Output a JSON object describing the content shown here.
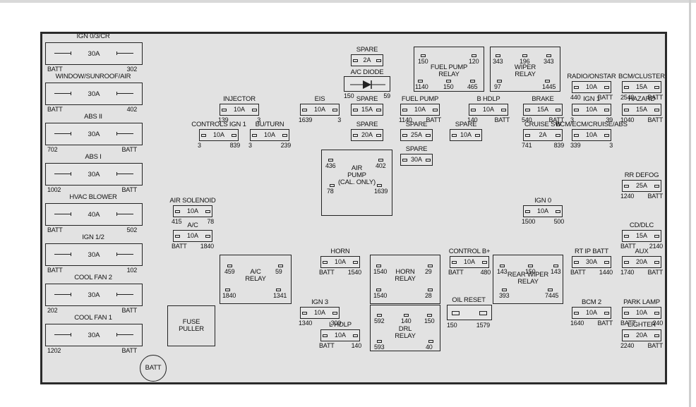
{
  "big_fuses": [
    {
      "label": "IGN 0/3/CR",
      "amp": "30A",
      "left_pin": "BATT",
      "right_pin": "302"
    },
    {
      "label": "WINDOW/SUNROOF/AIR",
      "amp": "30A",
      "left_pin": "BATT",
      "right_pin": "402"
    },
    {
      "label": "ABS II",
      "amp": "30A",
      "left_pin": "702",
      "right_pin": "BATT"
    },
    {
      "label": "ABS I",
      "amp": "30A",
      "left_pin": "1002",
      "right_pin": "BATT"
    },
    {
      "label": "HVAC BLOWER",
      "amp": "40A",
      "left_pin": "BATT",
      "right_pin": "502"
    },
    {
      "label": "IGN 1/2",
      "amp": "30A",
      "left_pin": "BATT",
      "right_pin": "102"
    },
    {
      "label": "COOL FAN 2",
      "amp": "30A",
      "left_pin": "202",
      "right_pin": "BATT"
    },
    {
      "label": "COOL FAN 1",
      "amp": "30A",
      "left_pin": "1202",
      "right_pin": "BATT"
    }
  ],
  "mini_fuses": [
    {
      "label": "INJECTOR",
      "amp": "10A",
      "left_pin": "139",
      "right_pin": "3"
    },
    {
      "label": "CONTROLS IGN 1",
      "amp": "10A",
      "left_pin": "3",
      "right_pin": "839"
    },
    {
      "label": "BU/TURN",
      "amp": "10A",
      "left_pin": "3",
      "right_pin": "239"
    },
    {
      "label": "EIS",
      "amp": "10A",
      "left_pin": "1639",
      "right_pin": "3"
    },
    {
      "label": "SPARE",
      "amp": "2A",
      "left_pin": "",
      "right_pin": ""
    },
    {
      "label": "SPARE",
      "amp": "15A",
      "left_pin": "",
      "right_pin": ""
    },
    {
      "label": "SPARE",
      "amp": "20A",
      "left_pin": "",
      "right_pin": ""
    },
    {
      "label": "FUEL PUMP",
      "amp": "10A",
      "left_pin": "1140",
      "right_pin": "BATT"
    },
    {
      "label": "SPARE",
      "amp": "25A",
      "left_pin": "",
      "right_pin": ""
    },
    {
      "label": "SPARE",
      "amp": "30A",
      "left_pin": "",
      "right_pin": ""
    },
    {
      "label": "B HDLP",
      "amp": "10A",
      "left_pin": "140",
      "right_pin": "BATT"
    },
    {
      "label": "SPARE",
      "amp": "10A",
      "left_pin": "",
      "right_pin": ""
    },
    {
      "label": "BRAKE",
      "amp": "15A",
      "left_pin": "540",
      "right_pin": "BATT"
    },
    {
      "label": "CRUISE SW",
      "amp": "2A",
      "left_pin": "741",
      "right_pin": "839"
    },
    {
      "label": "RADIO/ONSTAR",
      "amp": "10A",
      "left_pin": "440",
      "right_pin": "BATT"
    },
    {
      "label": "IGN 1",
      "amp": "10A",
      "left_pin": "3",
      "right_pin": "39"
    },
    {
      "label": "BCM/ECM/CRUISE/ABS",
      "amp": "10A",
      "left_pin": "339",
      "right_pin": "3"
    },
    {
      "label": "BCM/CLUSTER",
      "amp": "15A",
      "left_pin": "2540",
      "right_pin": "BATT"
    },
    {
      "label": "HAZARD",
      "amp": "15A",
      "left_pin": "1040",
      "right_pin": "BATT"
    },
    {
      "label": "RR DEFOG",
      "amp": "25A",
      "left_pin": "1240",
      "right_pin": "BATT"
    },
    {
      "label": "AIR SOLENOID",
      "amp": "10A",
      "left_pin": "415",
      "right_pin": "78"
    },
    {
      "label": "A/C",
      "amp": "10A",
      "left_pin": "BATT",
      "right_pin": "1840"
    },
    {
      "label": "IGN 0",
      "amp": "10A",
      "left_pin": "1500",
      "right_pin": "500"
    },
    {
      "label": "CD/DLC",
      "amp": "15A",
      "left_pin": "BATT",
      "right_pin": "2140"
    },
    {
      "label": "HORN",
      "amp": "10A",
      "left_pin": "BATT",
      "right_pin": "1540"
    },
    {
      "label": "CONTROL B+",
      "amp": "10A",
      "left_pin": "BATT",
      "right_pin": "480"
    },
    {
      "label": "RT IP BATT",
      "amp": "30A",
      "left_pin": "BATT",
      "right_pin": "1440"
    },
    {
      "label": "AUX",
      "amp": "20A",
      "left_pin": "1740",
      "right_pin": "BATT"
    },
    {
      "label": "IGN 3",
      "amp": "10A",
      "left_pin": "1340",
      "right_pin": "300"
    },
    {
      "label": "L HDLP",
      "amp": "10A",
      "left_pin": "BATT",
      "right_pin": "140"
    },
    {
      "label": "BCM 2",
      "amp": "10A",
      "left_pin": "1640",
      "right_pin": "BATT"
    },
    {
      "label": "PARK LAMP",
      "amp": "10A",
      "left_pin": "BATT",
      "right_pin": "240"
    },
    {
      "label": "LIGHTER",
      "amp": "20A",
      "left_pin": "2240",
      "right_pin": "BATT"
    }
  ],
  "relays": [
    {
      "label": "FUEL PUMP\nRELAY",
      "pins": [
        "150",
        "120",
        "1140",
        "150",
        "465"
      ]
    },
    {
      "label": "WIPER\nRELAY",
      "pins": [
        "343",
        "196",
        "343",
        "97",
        "1445"
      ]
    },
    {
      "label": "AIR\nPUMP\n(CAL. ONLY)",
      "pins": [
        "436",
        "402",
        "78",
        "1639"
      ]
    },
    {
      "label": "A/C\nRELAY",
      "pins": [
        "459",
        "59",
        "1840",
        "1341"
      ]
    },
    {
      "label": "HORN\nRELAY",
      "pins": [
        "1540",
        "29",
        "1540",
        "28"
      ]
    },
    {
      "label": "DRL\nRELAY",
      "pins": [
        "592",
        "140",
        "150",
        "593",
        "40"
      ]
    },
    {
      "label": "REAR WIPER\nRELAY",
      "pins": [
        "143",
        "150",
        "143",
        "393",
        "7445"
      ]
    }
  ],
  "diode": {
    "label": "A/C DIODE",
    "left_pin": "150",
    "right_pin": "59"
  },
  "oil_reset": {
    "label": "OIL RESET",
    "left_pin": "150",
    "right_pin": "1579"
  },
  "fuse_puller": "FUSE\nPULLER",
  "batt": "BATT"
}
